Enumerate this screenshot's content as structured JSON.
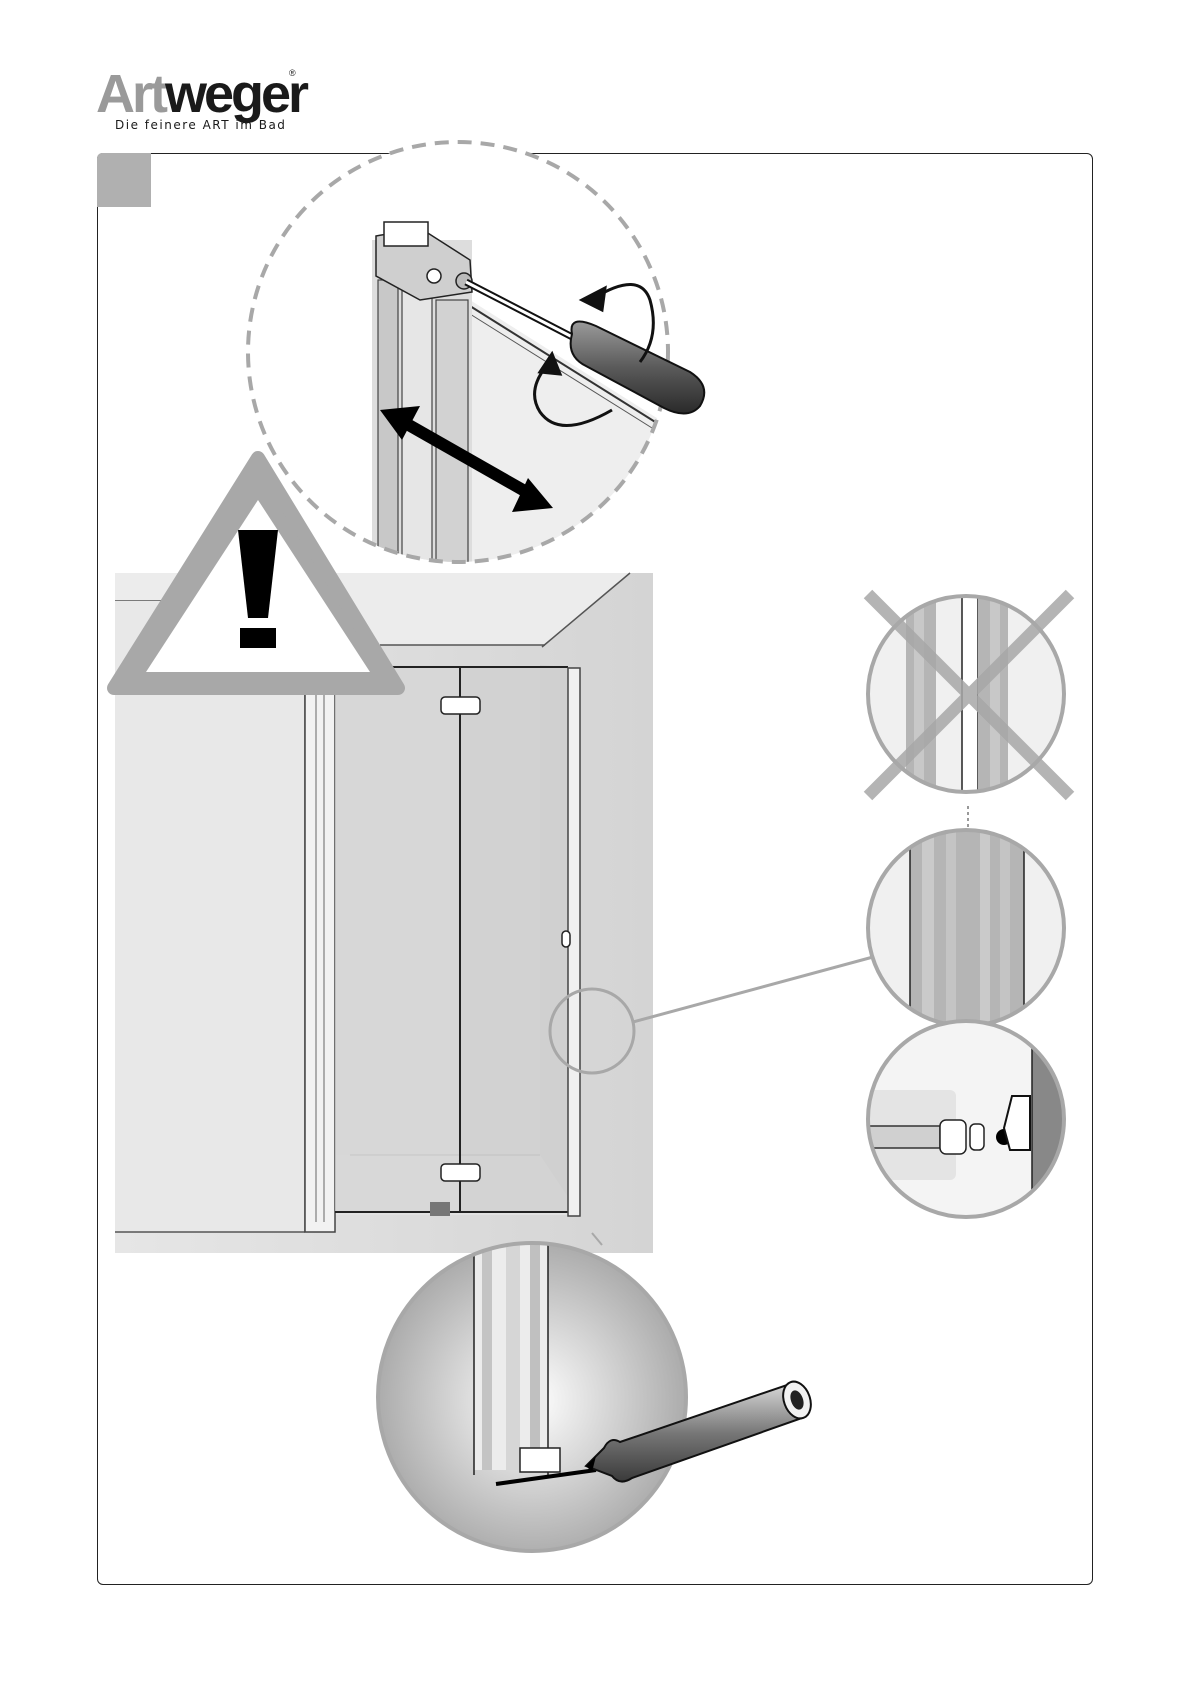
{
  "logo": {
    "art": "Art",
    "weger": "weger",
    "registered": "®",
    "tagline": "Die feinere ART im Bad"
  },
  "step": {
    "number": ""
  },
  "colors": {
    "frame": "#222222",
    "accent_grey": "#a8a8a8",
    "step_tab": "#b0b0b0",
    "ink": "#111111"
  },
  "icons": [
    "warning-icon",
    "screwdriver-icon",
    "rotate-arrow-icon",
    "double-arrow-icon",
    "marker-pen-icon",
    "cross-icon"
  ]
}
